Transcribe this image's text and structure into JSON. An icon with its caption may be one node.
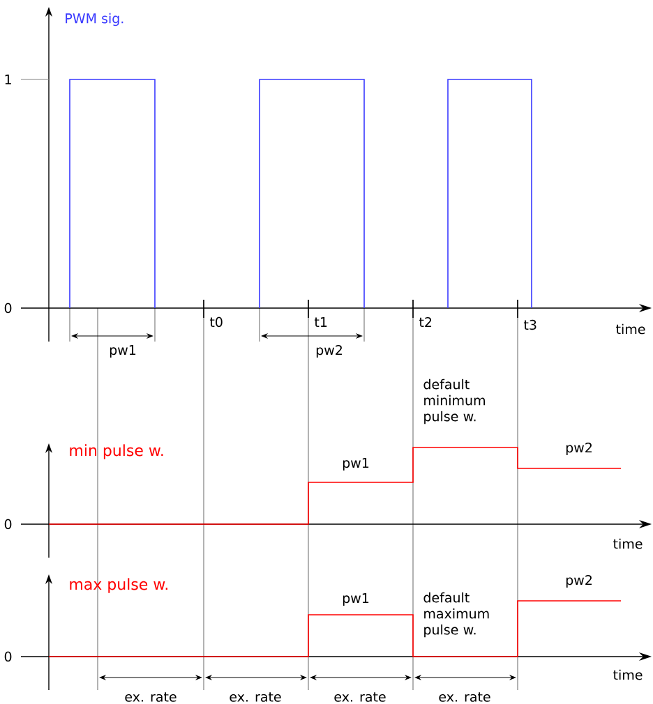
{
  "diagram": {
    "labels": [
      "PWM sig.",
      "1",
      "0",
      "t0",
      "t1",
      "t2",
      "t3",
      "time",
      "pw1",
      "pw2",
      "default minimum pulse w.",
      "min pulse w.",
      "pw1",
      "pw2",
      "0",
      "time",
      "max pulse w.",
      "pw2",
      "pw1",
      "default maximum pulse w.",
      "0",
      "time",
      "ex. rate",
      "ex. rate",
      "ex. rate",
      "ex. rate"
    ]
  }
}
